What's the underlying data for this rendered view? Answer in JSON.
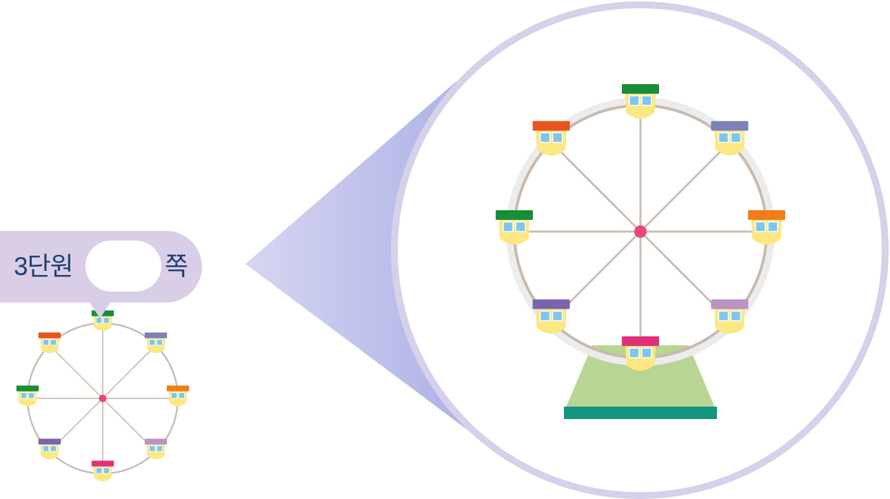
{
  "label": {
    "unit_text": "3단원",
    "page_blank": "",
    "page_suffix": "쪽"
  },
  "colors": {
    "bubble": "#d9cee6",
    "label_text": "#1e3f72",
    "magnifier_ring": "#d6d0ea",
    "magnifier_beam": "#aab0e4",
    "wheel_rim": "#c8b9ae",
    "wheel_spoke": "#cdbdb0",
    "hub": "#e5497a",
    "base_stand": "#b9d593",
    "base_bar": "#139580",
    "cabin_body": "#fbe882",
    "cabin_window": "#7fc6ec"
  },
  "gondolas": [
    {
      "position": "top",
      "roof_color": "#1a8c3a"
    },
    {
      "position": "upper-right",
      "roof_color": "#7b82b7"
    },
    {
      "position": "right",
      "roof_color": "#ef7d1a"
    },
    {
      "position": "lower-right",
      "roof_color": "#b993c4"
    },
    {
      "position": "bottom",
      "roof_color": "#e2317a"
    },
    {
      "position": "lower-left",
      "roof_color": "#7a65ad"
    },
    {
      "position": "left",
      "roof_color": "#1a8c3a"
    },
    {
      "position": "upper-left",
      "roof_color": "#e8541e"
    }
  ]
}
